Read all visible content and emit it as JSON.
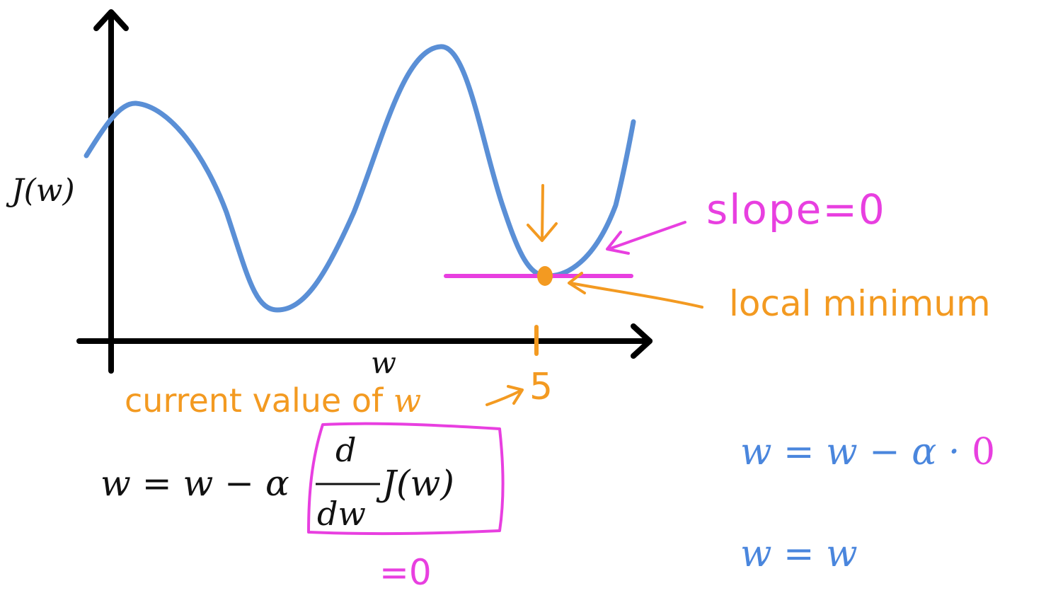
{
  "colors": {
    "axis": "#000000",
    "curve": "#5a8fd6",
    "magenta": "#e83fe0",
    "orange": "#f39a21",
    "text_dark": "#111111",
    "blue_eq": "#4a86dd"
  },
  "graph": {
    "y_label": "J(w)",
    "x_label": "w",
    "tick_value": "5"
  },
  "annotations": {
    "slope_label": "slope=0",
    "local_min_label": "local minimum",
    "current_value_prefix": "current value of",
    "current_value_var": "w"
  },
  "formula": {
    "lhs": "w = w − α",
    "frac_num": "d",
    "frac_den": "dw",
    "jw": "J(w)",
    "equals_zero": "=0"
  },
  "right_equations": {
    "eq1_prefix": "w = w − α ·",
    "eq1_zero": "0",
    "eq2": "w = w"
  }
}
